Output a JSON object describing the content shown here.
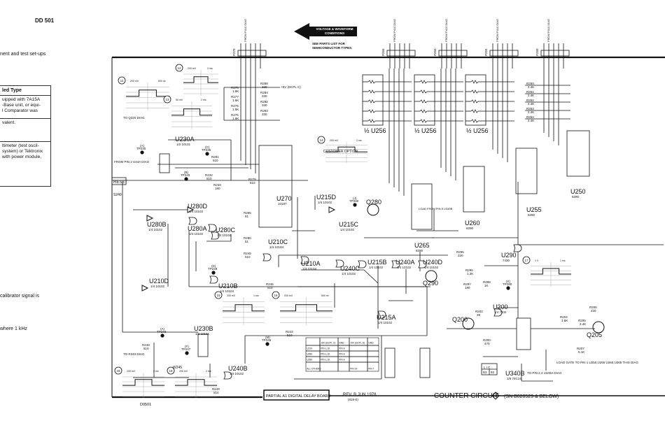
{
  "header": {
    "doc_id": "DD 501"
  },
  "left_panel": {
    "intro": "nent and test set-ups",
    "table_header": "led Type",
    "rows": [
      [
        "uipped with 7A15A",
        "-Base unit, or equi-",
        "l Comparator was"
      ],
      [
        "valent."
      ],
      [
        "ltimeter (test oscil-",
        "system) or Tektronix",
        " with power module,"
      ]
    ],
    "note1": "calibrator signal is",
    "note2": " where 1 kHz"
  },
  "banner": {
    "arrow_text": [
      "VOLTAGE & WAVEFORM",
      "CONDITIONS"
    ],
    "note": [
      "SEE PARTS LIST FOR",
      "SEMICONDUCTOR TYPES."
    ]
  },
  "connectors": [
    {
      "ref": "P270",
      "from": "FROM P410 DIAG"
    },
    {
      "ref": "P265",
      "from": "FROM P410 DIAG"
    },
    {
      "ref": "P260",
      "from": "FROM P410 DIAG"
    },
    {
      "ref": "P255",
      "from": "FROM P410 DIAG"
    },
    {
      "ref": "P250",
      "from": "FROM P410 DIAG"
    }
  ],
  "components": [
    {
      "ref": "U230A",
      "val": "1/2 10131"
    },
    {
      "ref": "U270",
      "val": "10187"
    },
    {
      "ref": "U280D",
      "val": "1/4 10102"
    },
    {
      "ref": "U280B",
      "val": "1/4 10102"
    },
    {
      "ref": "U280A",
      "val": "1/4 10102"
    },
    {
      "ref": "U280C",
      "val": "1/4 10102"
    },
    {
      "ref": "U215D",
      "val": "1/4 10102"
    },
    {
      "ref": "U215C",
      "val": "1/4 10102"
    },
    {
      "ref": "U210C",
      "val": "1/4 10104"
    },
    {
      "ref": "U210A",
      "val": "1/4 10104"
    },
    {
      "ref": "U240C",
      "val": "1/4 10102"
    },
    {
      "ref": "U215B",
      "val": "1/4 10102"
    },
    {
      "ref": "U240A",
      "val": "1/4 10102"
    },
    {
      "ref": "U240D",
      "val": "1/4 10102"
    },
    {
      "ref": "U215A",
      "val": "1/4 10102"
    },
    {
      "ref": "U210B",
      "val": "1/4 10104"
    },
    {
      "ref": "U210D",
      "val": "1/4 10102"
    },
    {
      "ref": "U230B",
      "val": "1/2 10131"
    },
    {
      "ref": "U240B",
      "val": "1/4 10102"
    },
    {
      "ref": "½ U256",
      "val": ""
    },
    {
      "ref": "½ U256",
      "val": ""
    },
    {
      "ref": "½ U256",
      "val": ""
    },
    {
      "ref": "U265",
      "val": "8290"
    },
    {
      "ref": "U260",
      "val": "8290"
    },
    {
      "ref": "U255",
      "val": "8290"
    },
    {
      "ref": "U250",
      "val": "8290"
    },
    {
      "ref": "U290",
      "val": "7430"
    },
    {
      "ref": "U200",
      "val": "1/4 7432"
    },
    {
      "ref": "U340B",
      "val": "1/6 74C14"
    },
    {
      "ref": "Q280",
      "val": ""
    },
    {
      "ref": "Q290",
      "val": ""
    },
    {
      "ref": "Q200",
      "val": ""
    },
    {
      "ref": "Q205",
      "val": ""
    }
  ],
  "resistors": [
    {
      "ref": "R278",
      "val": "1.6K"
    },
    {
      "ref": "R277",
      "val": "1.6K"
    },
    {
      "ref": "R276",
      "val": "1.6K"
    },
    {
      "ref": "R275",
      "val": "1.6K"
    },
    {
      "ref": "R288",
      "val": "330"
    },
    {
      "ref": "R284",
      "val": "330"
    },
    {
      "ref": "R282",
      "val": "330"
    },
    {
      "ref": "R283",
      "val": "330"
    },
    {
      "ref": "R281",
      "val": "510"
    },
    {
      "ref": "R232",
      "val": "510"
    },
    {
      "ref": "R233",
      "val": "180"
    },
    {
      "ref": "R279",
      "val": "510"
    },
    {
      "ref": "R285",
      "val": "81"
    },
    {
      "ref": "R280",
      "val": "51"
    },
    {
      "ref": "R245",
      "val": "510"
    },
    {
      "ref": "R246",
      "val": "510"
    },
    {
      "ref": "R243",
      "val": "510"
    },
    {
      "ref": "R249",
      "val": "510"
    },
    {
      "ref": "R248",
      "val": "510"
    },
    {
      "ref": "R295",
      "val": "220"
    },
    {
      "ref": "R296",
      "val": "1.2K"
    },
    {
      "ref": "R297",
      "val": "180"
    },
    {
      "ref": "R298",
      "val": "1K"
    },
    {
      "ref": "R202",
      "val": "39"
    },
    {
      "ref": "R200",
      "val": "470"
    },
    {
      "ref": "R204",
      "val": "1.5K"
    },
    {
      "ref": "R205",
      "val": "2.4K"
    },
    {
      "ref": "R206",
      "val": "220"
    },
    {
      "ref": "R207",
      "val": "5.1K"
    },
    {
      "ref": "R250",
      "val": "2.4K"
    },
    {
      "ref": "R251",
      "val": "2.4K"
    },
    {
      "ref": "R252",
      "val": "2.4K"
    },
    {
      "ref": "R253",
      "val": "2.4K"
    },
    {
      "ref": "R254",
      "val": "2.4K"
    }
  ],
  "test_points": [
    {
      "id": "(A)",
      "ref": "TP230"
    },
    {
      "id": "(C)",
      "ref": "TP235"
    },
    {
      "id": "(B)",
      "ref": "TP240"
    },
    {
      "id": "(D)",
      "ref": "TP248"
    },
    {
      "id": "(A)",
      "ref": "TP246"
    },
    {
      "id": "(F)",
      "ref": "TP247"
    },
    {
      "id": "(M)",
      "ref": "TP245"
    },
    {
      "id": "(J)",
      "ref": "TP280"
    },
    {
      "id": "(K)",
      "ref": "TP290"
    }
  ],
  "waveforms": [
    {
      "num": "11",
      "v": "200 mV",
      "t": "500 ns"
    },
    {
      "num": "12",
      "v": "200 mV",
      "t": "2 ms"
    },
    {
      "num": "13",
      "v": "50 mV",
      "t": "2 ms"
    },
    {
      "num": "14",
      "v": "200 mV",
      "t": "2 ms"
    },
    {
      "num": "15",
      "v": "200 mV",
      "t": "1 ms"
    },
    {
      "num": "16",
      "v": "200 mV",
      "t": "500 ns"
    },
    {
      "num": "17",
      "v": "1 V",
      "t": "1 ms"
    },
    {
      "num": "18",
      "v": "200 mV",
      "t": "2 ms"
    },
    {
      "num": "19",
      "v": "200 mV",
      "t": "2 ms"
    }
  ],
  "misc_labels": {
    "reset": "RESET",
    "s240": "S240",
    "customer_option": "CUSTOMER OPTION",
    "load_from": "LOAD FROM PIN 8 U340B",
    "to_q320": "TO Q320 DIAG",
    "from_u44a": "FROM PIN 2 U44A DIAG",
    "to_r340": "TO R340 DIAG",
    "to_pin24": "TO PIN 2,4 U340A DIAG",
    "load_gate": "LOAD GATE TO PIN 1 U250,U255 U260,U265 THIS DIAG",
    "w245": "W245",
    "d0501": "D0501",
    "dcpl": "+5V (DCPL C)"
  },
  "power_table": {
    "headers": [
      "",
      "+5V (DCPL C)",
      "GND",
      "+5V (DCPL D)",
      "GND"
    ],
    "rows": [
      [
        "U210",
        "PIN 1,16",
        "PIN 8",
        "",
        ""
      ],
      [
        "U280",
        "PIN 1,16",
        "PIN 8",
        "",
        ""
      ],
      [
        "U280",
        "PIN 1,16",
        "PIN 8",
        "",
        ""
      ],
      [
        "ALL OTHERS",
        "",
        "",
        "PIN 14",
        "PIN 7"
      ]
    ]
  },
  "lic": {
    "title": "L I C",
    "cells": [
      "B3",
      "92"
    ]
  },
  "title_block": {
    "board": "PARTIAL A1 DIGITAL DELAY BOARD",
    "rev": "REV. B JUN 1978",
    "rev_sub": "(818-E)",
    "title": "COUNTER CIRCUIT",
    "diag_num": "2",
    "serial": "(SN B020529 & BELOW)"
  }
}
